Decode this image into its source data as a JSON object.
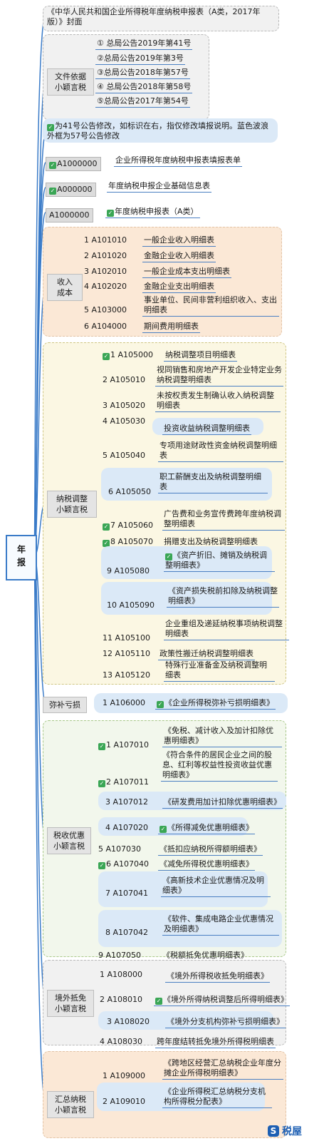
{
  "root_label": "年报",
  "cover_title": "《中华人民共和国企业所得税年度纳税申报表（A类，2017年版）》封面",
  "basis": {
    "label": "文件依据\n小颖言税",
    "items": [
      "① 总局公告2019年第41号",
      "②总局公告2019年第3号",
      "③总局公告2018年第57号",
      "④ 总局公告2018年第58号",
      "⑤总局公告2017年第54号"
    ]
  },
  "note": "为41号公告修改，如标识在右，指仅修改填报说明。蓝色波浪外框为57号公告修改",
  "top_rows": [
    {
      "code": "A1000000",
      "desc": "企业所得税年度纳税申报表填报表单"
    },
    {
      "code": "A000000",
      "desc": "年度纳税申报企业基础信息表"
    },
    {
      "code": "A1000000",
      "desc": "年度纳税申报表（A类）"
    }
  ],
  "income": {
    "label": "收入\n成本",
    "rows": [
      {
        "code": "1 A101010",
        "desc": "一般企业收入明细表"
      },
      {
        "code": "2 A101020",
        "desc": "金融企业收入明细表"
      },
      {
        "code": "3 A102010",
        "desc": "一般企业成本支出明细表"
      },
      {
        "code": "4 A102020",
        "desc": "金融企业支出明细表"
      },
      {
        "code": "5 A103000",
        "desc": "事业单位、民间非营利组织收入、支出明细表"
      },
      {
        "code": "6 A104000",
        "desc": "期间费用明细表"
      }
    ]
  },
  "adjust": {
    "label": "纳税调整\n小颖言税",
    "rows": [
      {
        "code": "1 A105000",
        "desc": "纳税调整项目明细表"
      },
      {
        "code": "2 A105010",
        "desc": "视同销售和房地产开发企业特定业务纳税调整明细表"
      },
      {
        "code": "3 A105020",
        "desc": "未按权责发生制确认收入纳税调整明细表"
      },
      {
        "code": "4 A105030",
        "desc": "投资收益纳税调整明细表"
      },
      {
        "code": "5 A105040",
        "desc": "专项用途财政性资金纳税调整明细表"
      },
      {
        "code": "6 A105050",
        "desc": "职工薪酬支出及纳税调整明细表"
      },
      {
        "code": "7 A105060",
        "desc": "广告费和业务宣传费跨年度纳税调整明细表"
      },
      {
        "code": "8 A105070",
        "desc": "捐赠支出及纳税调整明细表"
      },
      {
        "code": "9 A105080",
        "desc": "《资产折旧、摊销及纳税调整明细表》"
      },
      {
        "code": "10 A105090",
        "desc": "《资产损失税前扣除及纳税调整明细表》"
      },
      {
        "code": "11 A105100",
        "desc": "企业重组及递延纳税事项纳税调整明细表"
      },
      {
        "code": "12 A105110",
        "desc": "政策性搬迁纳税调整明细表"
      },
      {
        "code": "13 A105120",
        "desc": "特殊行业准备金及纳税调整明细表"
      }
    ]
  },
  "loss": {
    "label": "弥补亏损",
    "code": "1 A106000",
    "desc": "《企业所得税弥补亏损明细表》"
  },
  "pref": {
    "label": "税收优惠\n小颖言税",
    "rows": [
      {
        "code": "1 A107010",
        "desc": "《免税、减计收入及加计扣除优惠明细表》"
      },
      {
        "code": "2 A107011",
        "desc": "《符合条件的居民企业之间的股息、红利等权益性投资收益优惠明细表》"
      },
      {
        "code": "3 A107012",
        "desc": "《研发费用加计扣除优惠明细表》"
      },
      {
        "code": "4 A107020",
        "desc": "《所得减免优惠明细表》"
      },
      {
        "code": "5 A107030",
        "desc": "《抵扣应纳税所得额明细表》"
      },
      {
        "code": "6 A107040",
        "desc": "《减免所得税优惠明细表》"
      },
      {
        "code": "7 A107041",
        "desc": "《高新技术企业优惠情况及明细表》"
      },
      {
        "code": "8 A107042",
        "desc": "《软件、集成电路企业优惠情况及明细表》"
      },
      {
        "code": "9 A107050",
        "desc": "《税额抵免优惠明细表》"
      }
    ]
  },
  "foreign": {
    "label": "境外抵免\n小颖言税",
    "rows": [
      {
        "code": "1 A108000",
        "desc": "《境外所得税收抵免明细表》"
      },
      {
        "code": "2 A108010",
        "desc": "《境外所得纳税调整后所得明细表》"
      },
      {
        "code": "3 A108020",
        "desc": "《境外分支机构弥补亏损明细表》"
      },
      {
        "code": "4 A108030",
        "desc": "跨年度结转抵免境外所得税明细表"
      }
    ]
  },
  "summary": {
    "label": "汇总纳税\n小颖言税",
    "rows": [
      {
        "code": "1 A109000",
        "desc": "《跨地区经营汇总纳税企业年度分摊企业所得税明细表》"
      },
      {
        "code": "2 A109010",
        "desc": "《企业所得税汇总纳税分支机构所得税分配表》"
      }
    ]
  },
  "logo_mark": "S",
  "logo_text": "税屋",
  "colors": {
    "line": "#3a7bc8",
    "underline": "#4a7fc2",
    "check": "#3aa655"
  }
}
